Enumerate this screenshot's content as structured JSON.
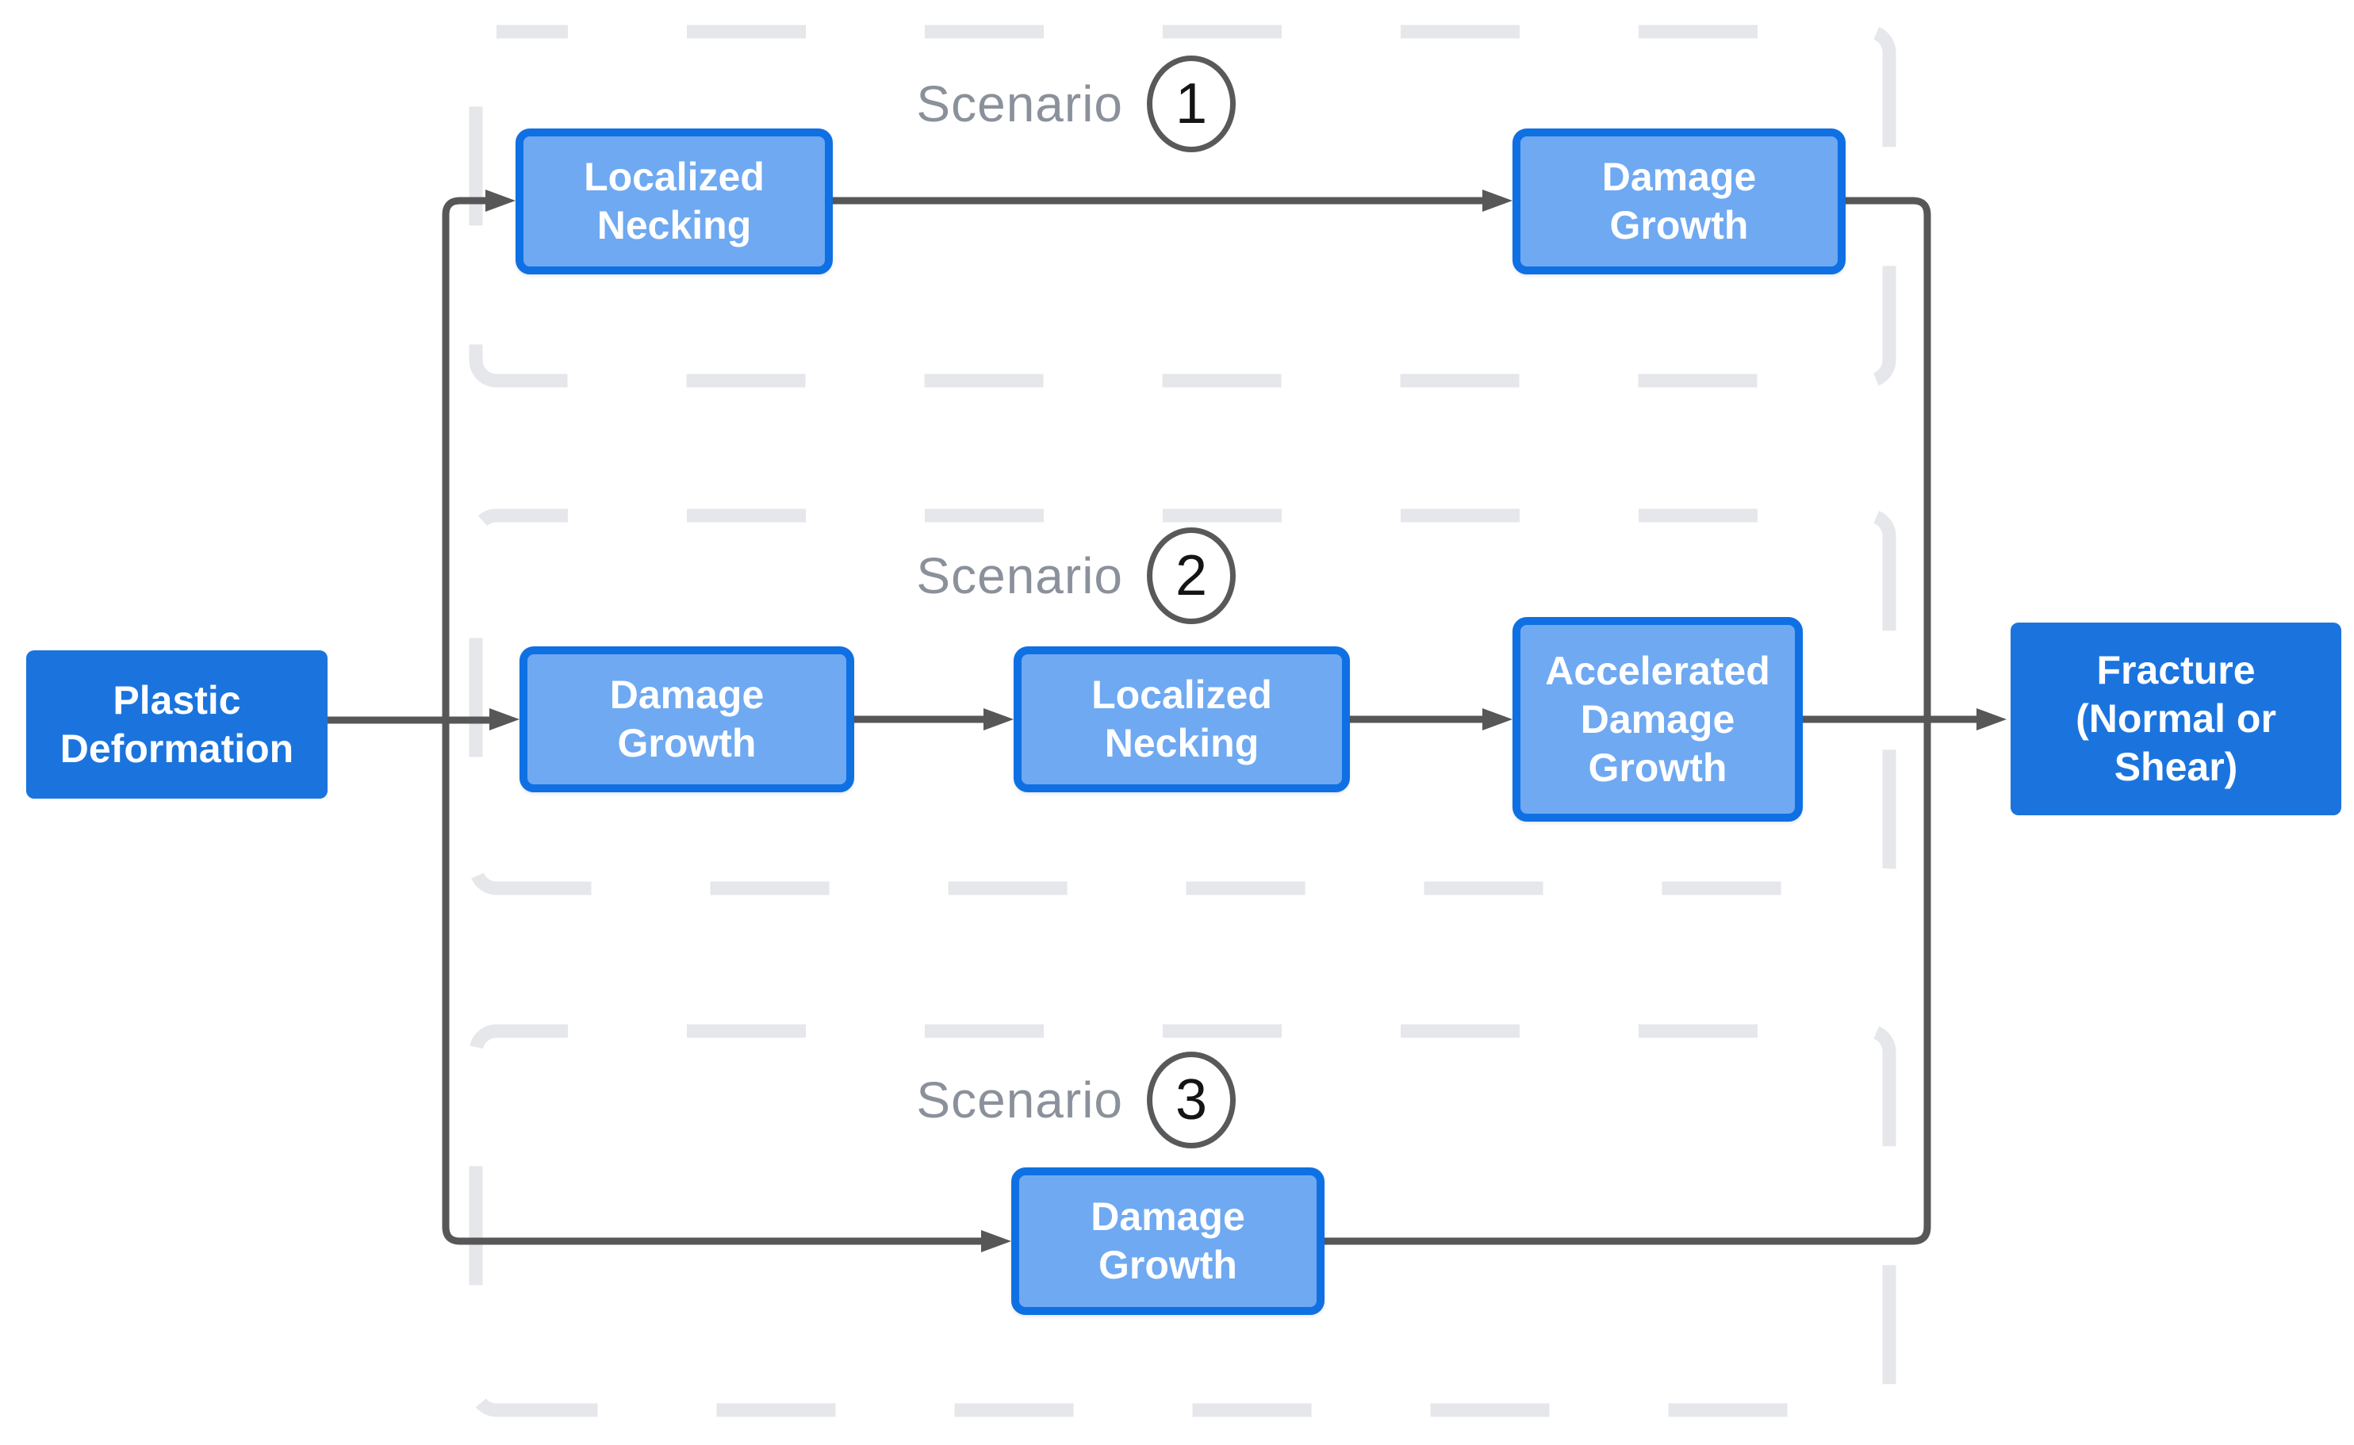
{
  "diagram": {
    "description": "Flow diagram of three ductile-failure scenarios leading from plastic deformation to fracture",
    "nodes": {
      "plastic_deformation": {
        "label": "Plastic Deformation",
        "style": "primary"
      },
      "scenario1_localized_necking": {
        "label": "Localized Necking",
        "style": "secondary"
      },
      "scenario1_damage_growth": {
        "label": "Damage Growth",
        "style": "secondary"
      },
      "scenario2_damage_growth": {
        "label": "Damage Growth",
        "style": "secondary"
      },
      "scenario2_localized_necking": {
        "label": "Localized Necking",
        "style": "secondary"
      },
      "scenario2_accelerated_damage_growth": {
        "label": "Accelerated Damage Growth",
        "style": "secondary"
      },
      "scenario3_damage_growth": {
        "label": "Damage Growth",
        "style": "secondary"
      },
      "fracture": {
        "label": "Fracture (Normal or Shear)",
        "style": "primary"
      }
    },
    "scenarios": [
      {
        "label": "Scenario",
        "number": "1"
      },
      {
        "label": "Scenario",
        "number": "2"
      },
      {
        "label": "Scenario",
        "number": "3"
      }
    ],
    "edges": [
      {
        "from": "plastic_deformation",
        "to": "scenario1_localized_necking"
      },
      {
        "from": "plastic_deformation",
        "to": "scenario2_damage_growth"
      },
      {
        "from": "plastic_deformation",
        "to": "scenario3_damage_growth"
      },
      {
        "from": "scenario1_localized_necking",
        "to": "scenario1_damage_growth"
      },
      {
        "from": "scenario1_damage_growth",
        "to": "fracture"
      },
      {
        "from": "scenario2_damage_growth",
        "to": "scenario2_localized_necking"
      },
      {
        "from": "scenario2_localized_necking",
        "to": "scenario2_accelerated_damage_growth"
      },
      {
        "from": "scenario2_accelerated_damage_growth",
        "to": "fracture"
      },
      {
        "from": "scenario3_damage_growth",
        "to": "fracture"
      }
    ],
    "colors": {
      "primary_node_fill": "#1B74DE",
      "secondary_node_fill": "#6FA9F1",
      "secondary_node_border": "#0F70E4",
      "node_text": "#FFFFFF",
      "connector": "#575757",
      "scenario_frame_dash": "#E5E7EB",
      "scenario_label_text": "#8B919B",
      "scenario_circle_border": "#58595B",
      "background": "#FFFFFF"
    }
  }
}
